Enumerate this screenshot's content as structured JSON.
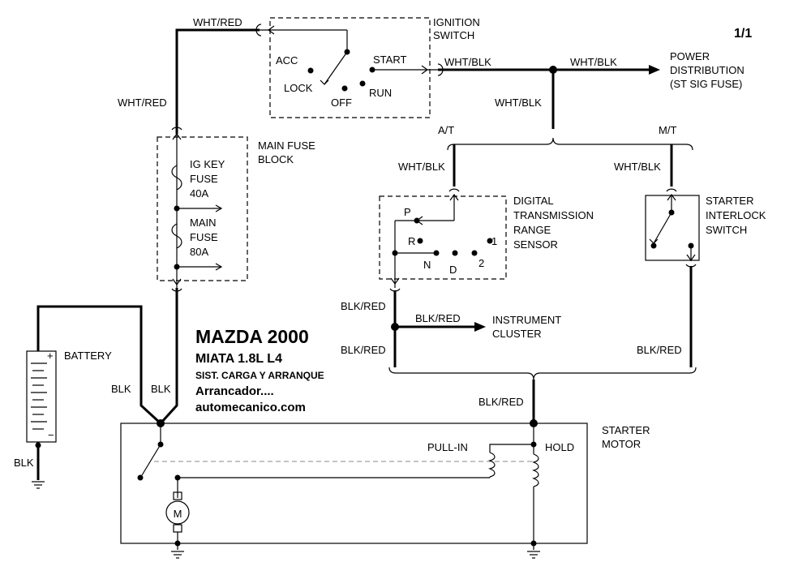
{
  "page_number": "1/1",
  "title": {
    "line1": "MAZDA 2000",
    "line2": "MIATA  1.8L  L4",
    "line3": "SIST. CARGA Y ARRANQUE",
    "line4": "Arrancador....",
    "line5": "automecanico.com"
  },
  "ignition_switch": {
    "name_line1": "IGNITION",
    "name_line2": "SWITCH",
    "positions": [
      "ACC",
      "LOCK",
      "OFF",
      "RUN",
      "START"
    ]
  },
  "power_distribution": {
    "line1": "POWER",
    "line2": "DISTRIBUTION",
    "line3": "(ST SIG FUSE)"
  },
  "main_fuse_block": {
    "name_line1": "MAIN FUSE",
    "name_line2": "BLOCK",
    "fuse1": [
      "IG KEY",
      "FUSE",
      "40A"
    ],
    "fuse2": [
      "MAIN",
      "FUSE",
      "80A"
    ]
  },
  "battery": {
    "name": "BATTERY",
    "plus": "+",
    "minus": "−"
  },
  "transmission": {
    "at": "A/T",
    "mt": "M/T"
  },
  "range_sensor": {
    "line1": "DIGITAL",
    "line2": "TRANSMISSION",
    "line3": "RANGE",
    "line4": "SENSOR",
    "positions": [
      "P",
      "R",
      "N",
      "D",
      "2",
      "1"
    ]
  },
  "interlock_switch": {
    "line1": "STARTER",
    "line2": "INTERLOCK",
    "line3": "SWITCH"
  },
  "instrument_cluster": {
    "line1": "INSTRUMENT",
    "line2": "CLUSTER"
  },
  "starter_motor": {
    "line1": "STARTER",
    "line2": "MOTOR",
    "pull_in": "PULL-IN",
    "hold": "HOLD",
    "motor_symbol": "M"
  },
  "wires": {
    "wht_red": "WHT/RED",
    "wht_blk": "WHT/BLK",
    "blk_red": "BLK/RED",
    "blk": "BLK"
  },
  "colors": {
    "ink": "#000000",
    "background": "#ffffff",
    "armature_dash": "#888888"
  }
}
